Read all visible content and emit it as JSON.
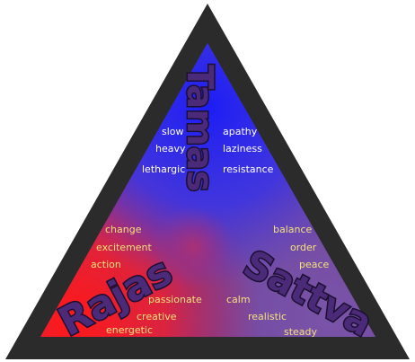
{
  "diagram": {
    "colors": {
      "tamas": "#2b2bf0",
      "rajas": "#f02020",
      "sattva": "#7a4fa8",
      "border": "#2b2b2b",
      "label_fill": "#4b2a7a",
      "word_white": "#ffffff",
      "word_yellow": "#f4e27a"
    },
    "tamas": {
      "label": "Tamas",
      "words_left": [
        "slow",
        "heavy",
        "lethargic"
      ],
      "words_right": [
        "apathy",
        "laziness",
        "resistance"
      ]
    },
    "rajas": {
      "label": "Rajas",
      "words_top": [
        "change",
        "excitement",
        "action"
      ],
      "words_bottom": [
        "passionate",
        "creative",
        "energetic"
      ]
    },
    "sattva": {
      "label": "Sattva",
      "words_top": [
        "balance",
        "order",
        "peace"
      ],
      "words_bottom": [
        "calm",
        "realistic",
        "steady"
      ]
    }
  }
}
